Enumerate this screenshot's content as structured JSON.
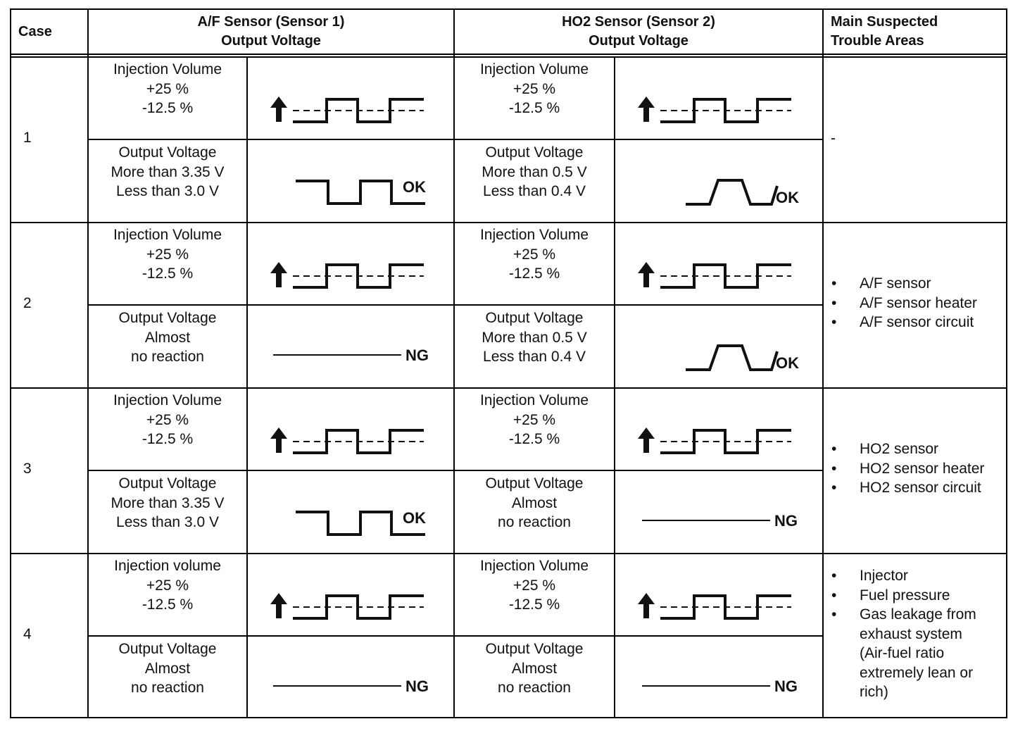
{
  "headers": {
    "case": "Case",
    "af": "A/F Sensor (Sensor 1)\nOutput Voltage",
    "ho2": "HO2 Sensor (Sensor 2)\nOutput Voltage",
    "areas": "Main Suspected\nTrouble Areas"
  },
  "rows": [
    {
      "case": "1",
      "af_inj": "Injection Volume\n+25 %\n-12.5 %",
      "af_out": "Output Voltage\nMore than 3.35 V\nLess than 3.0 V",
      "af_result": "OK",
      "ho2_inj": "Injection Volume\n+25 %\n-12.5 %",
      "ho2_out": "Output Voltage\nMore than 0.5 V\nLess than 0.4 V",
      "ho2_result": "OK",
      "areas_text": "-",
      "areas": []
    },
    {
      "case": "2",
      "af_inj": "Injection Volume\n+25 %\n-12.5 %",
      "af_out": "Output Voltage\nAlmost\nno reaction",
      "af_result": "NG",
      "ho2_inj": "Injection Volume\n+25 %\n-12.5 %",
      "ho2_out": "Output Voltage\nMore than 0.5 V\nLess than 0.4 V",
      "ho2_result": "OK",
      "areas": [
        "A/F sensor",
        "A/F sensor heater",
        "A/F sensor circuit"
      ]
    },
    {
      "case": "3",
      "af_inj": "Injection Volume\n+25 %\n-12.5 %",
      "af_out": "Output Voltage\nMore than 3.35 V\nLess than 3.0 V",
      "af_result": "OK",
      "ho2_inj": "Injection Volume\n+25 %\n-12.5 %",
      "ho2_out": "Output Voltage\nAlmost\nno reaction",
      "ho2_result": "NG",
      "areas": [
        "HO2 sensor",
        "HO2 sensor heater",
        "HO2 sensor circuit"
      ]
    },
    {
      "case": "4",
      "af_inj": "Injection volume\n+25 %\n-12.5 %",
      "af_out": "Output Voltage\nAlmost\nno reaction",
      "af_result": "NG",
      "ho2_inj": "Injection Volume\n+25 %\n-12.5 %",
      "ho2_out": "Output Voltage\nAlmost\nno reaction",
      "ho2_result": "NG",
      "areas": [
        "Injector",
        "Fuel pressure",
        "Gas leakage from\nexhaust system\n(Air-fuel ratio\nextremely lean or\nrich)"
      ]
    }
  ]
}
